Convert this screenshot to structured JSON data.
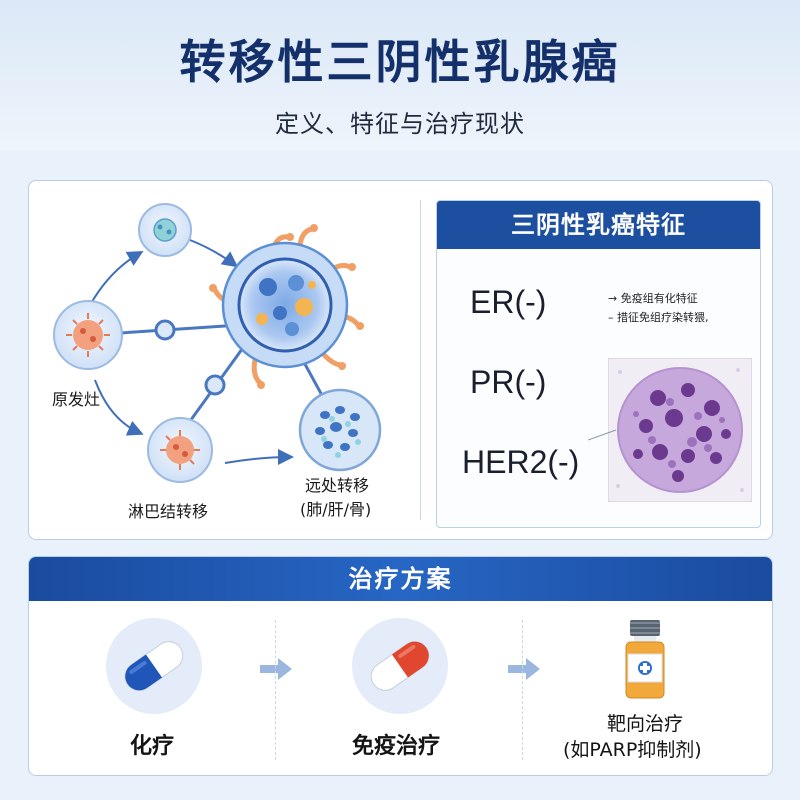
{
  "header": {
    "title": "转移性三阴性乳腺癌",
    "subtitle": "定义、特征与治疗现状"
  },
  "metastasis": {
    "primary_label": "原发灶",
    "lymph_label": "淋巴结转移",
    "distant_label_line1": "远处转移",
    "distant_label_line2": "(肺/肝/骨)"
  },
  "features": {
    "title": "三阴性乳癌特征",
    "markers": [
      "ER(-)",
      "PR(-)",
      "HER2(-)"
    ],
    "notes": [
      "→ 免疫组有化特征",
      "– 措征免组疗染转猥,"
    ]
  },
  "treatment": {
    "title": "治疗方案",
    "items": [
      {
        "label": "化疗",
        "icon": "blue-capsule-icon"
      },
      {
        "label": "免疫治疗",
        "icon": "red-capsule-icon"
      },
      {
        "label_line1": "靶向治疗",
        "label_line2": "(如PARP抑制剂)",
        "icon": "medicine-bottle-icon"
      }
    ]
  },
  "colors": {
    "navy": "#14306b",
    "header_blue": "#1d4fa1",
    "cell_blue": "#5b8fd6",
    "cell_orange": "#f0a064",
    "histology_purple": "#7d4d9e"
  }
}
